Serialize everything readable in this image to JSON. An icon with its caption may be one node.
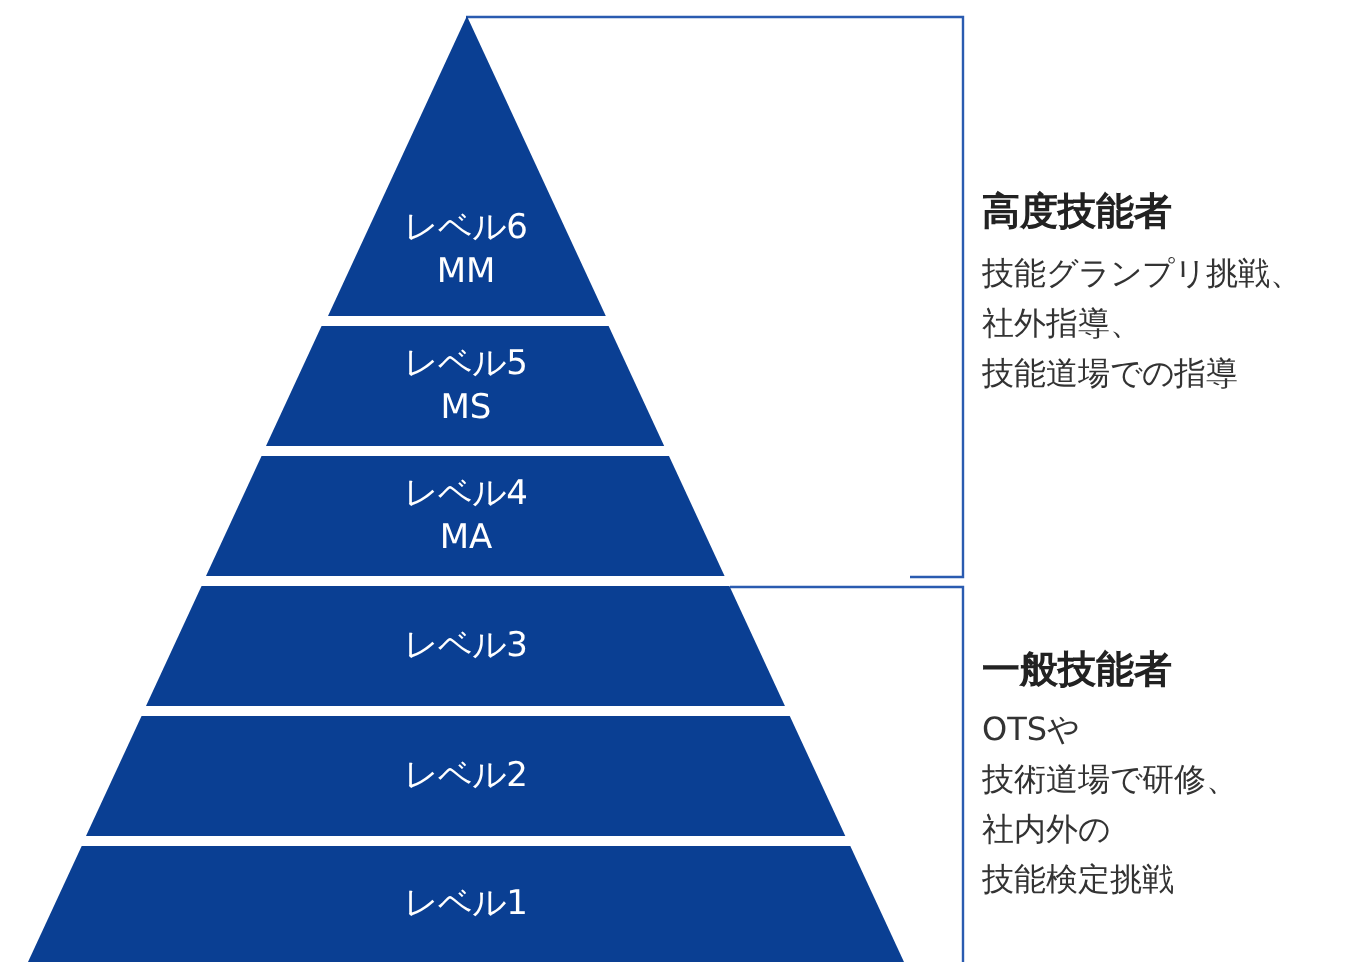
{
  "diagram": {
    "nodes": [
      {
        "text": [
          "レベル6",
          "MM"
        ]
      },
      {
        "text": [
          "レベル5",
          "MS"
        ]
      },
      {
        "text": [
          "レベル4",
          "MA"
        ]
      },
      {
        "text": [
          "レベル3"
        ]
      },
      {
        "text": [
          "レベル2"
        ]
      },
      {
        "text": [
          "レベル1"
        ]
      }
    ],
    "edges": [],
    "labels": [
      "高度技能者",
      "技能グランプリ挑戦、",
      "社外指導、",
      "技能道場での指導",
      "一般技能者",
      "OTSや",
      "技術道場で研修、",
      "社内外の",
      "技能検定挑戦"
    ]
  }
}
